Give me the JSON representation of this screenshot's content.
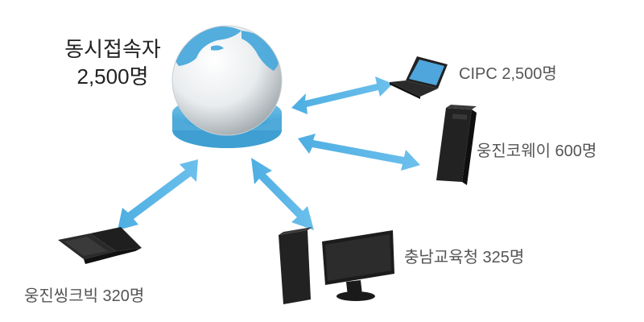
{
  "hub": {
    "title": "동시접속자",
    "count": "2,500명"
  },
  "nodes": [
    {
      "label": "CIPC 2,500명",
      "icon": "laptop-icon"
    },
    {
      "label": "웅진코웨이 600명",
      "icon": "tower-pc-icon"
    },
    {
      "label": "충남교육청 325명",
      "icon": "desktop-computer-icon"
    },
    {
      "label": "웅진씽크빅 320명",
      "icon": "laptop-icon"
    }
  ],
  "colors": {
    "arrow": "#5ab4e5",
    "globe_water": "#4aa9dc",
    "globe_land": "#f2f4f5",
    "base": "#5bb5e3",
    "device": "#1e1e1e",
    "label_text": "#555555",
    "title_text": "#222222"
  }
}
